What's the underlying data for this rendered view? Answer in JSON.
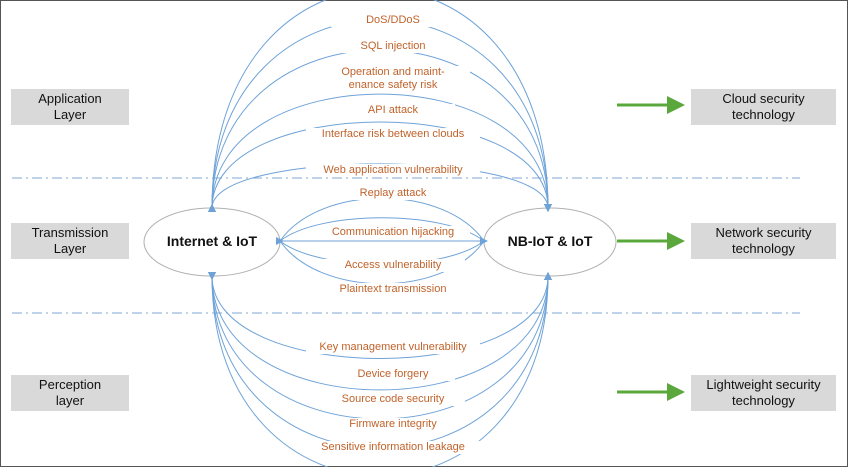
{
  "layers": [
    {
      "label": "Application\nLayer"
    },
    {
      "label": "Transmission\nLayer"
    },
    {
      "label": "Perception\nlayer"
    }
  ],
  "technologies": [
    {
      "label": "Cloud security\ntechnology"
    },
    {
      "label": "Network security\ntechnology"
    },
    {
      "label": "Lightweight security\ntechnology"
    }
  ],
  "nodes": {
    "left": "Internet & IoT",
    "right": "NB-IoT & IoT"
  },
  "application_threats": [
    "DoS/DDoS",
    "SQL injection",
    "Operation and maint-\nenance safety risk",
    "API attack",
    "Interface risk between clouds",
    "Web application vulnerability"
  ],
  "transmission_threats": [
    "Replay attack",
    "Communication hijacking",
    "Access vulnerability",
    "Plaintext transmission"
  ],
  "perception_threats": [
    "Key management vulnerability",
    "Device forgery",
    "Source code security",
    "Firmware integrity",
    "Sensitive information leakage"
  ],
  "colors": {
    "threat_text": "#c0632b",
    "curve": "#6fa3d8",
    "green_arrow": "#5aa83b",
    "box_fill": "#d9d9d9",
    "divider": "#7fa8d6"
  }
}
